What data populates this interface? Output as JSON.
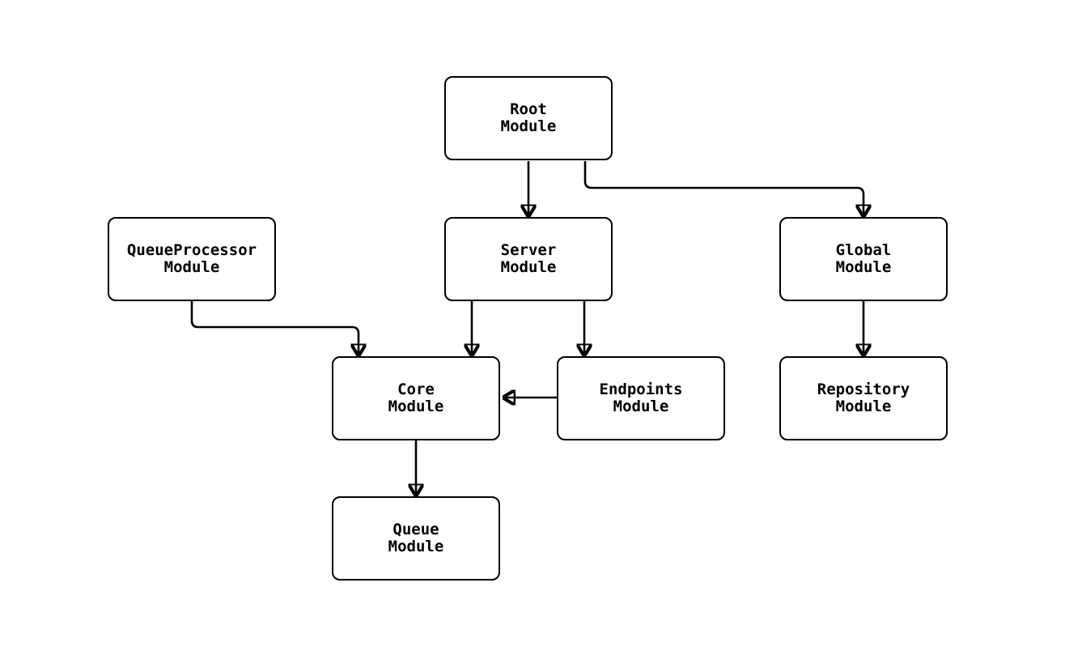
{
  "diagram": {
    "type": "module-dependency-graph",
    "colors": {
      "background": "#ffffff",
      "node_fill": "#ffffff",
      "node_border": "#000000",
      "edge": "#000000",
      "text": "#000000"
    },
    "nodes": [
      {
        "id": "root",
        "label": "Root\nModule"
      },
      {
        "id": "queueprocessor",
        "label": "QueueProcessor\nModule"
      },
      {
        "id": "server",
        "label": "Server\nModule"
      },
      {
        "id": "global",
        "label": "Global\nModule"
      },
      {
        "id": "core",
        "label": "Core\nModule"
      },
      {
        "id": "endpoints",
        "label": "Endpoints\nModule"
      },
      {
        "id": "repository",
        "label": "Repository\nModule"
      },
      {
        "id": "queue",
        "label": "Queue\nModule"
      }
    ],
    "edges": [
      {
        "from": "Root Module",
        "to": "Server Module"
      },
      {
        "from": "Root Module",
        "to": "Global Module"
      },
      {
        "from": "QueueProcessor Module",
        "to": "Core Module"
      },
      {
        "from": "Server Module",
        "to": "Core Module"
      },
      {
        "from": "Server Module",
        "to": "Endpoints Module"
      },
      {
        "from": "Endpoints Module",
        "to": "Core Module"
      },
      {
        "from": "Global Module",
        "to": "Repository Module"
      },
      {
        "from": "Core Module",
        "to": "Queue Module"
      }
    ]
  }
}
